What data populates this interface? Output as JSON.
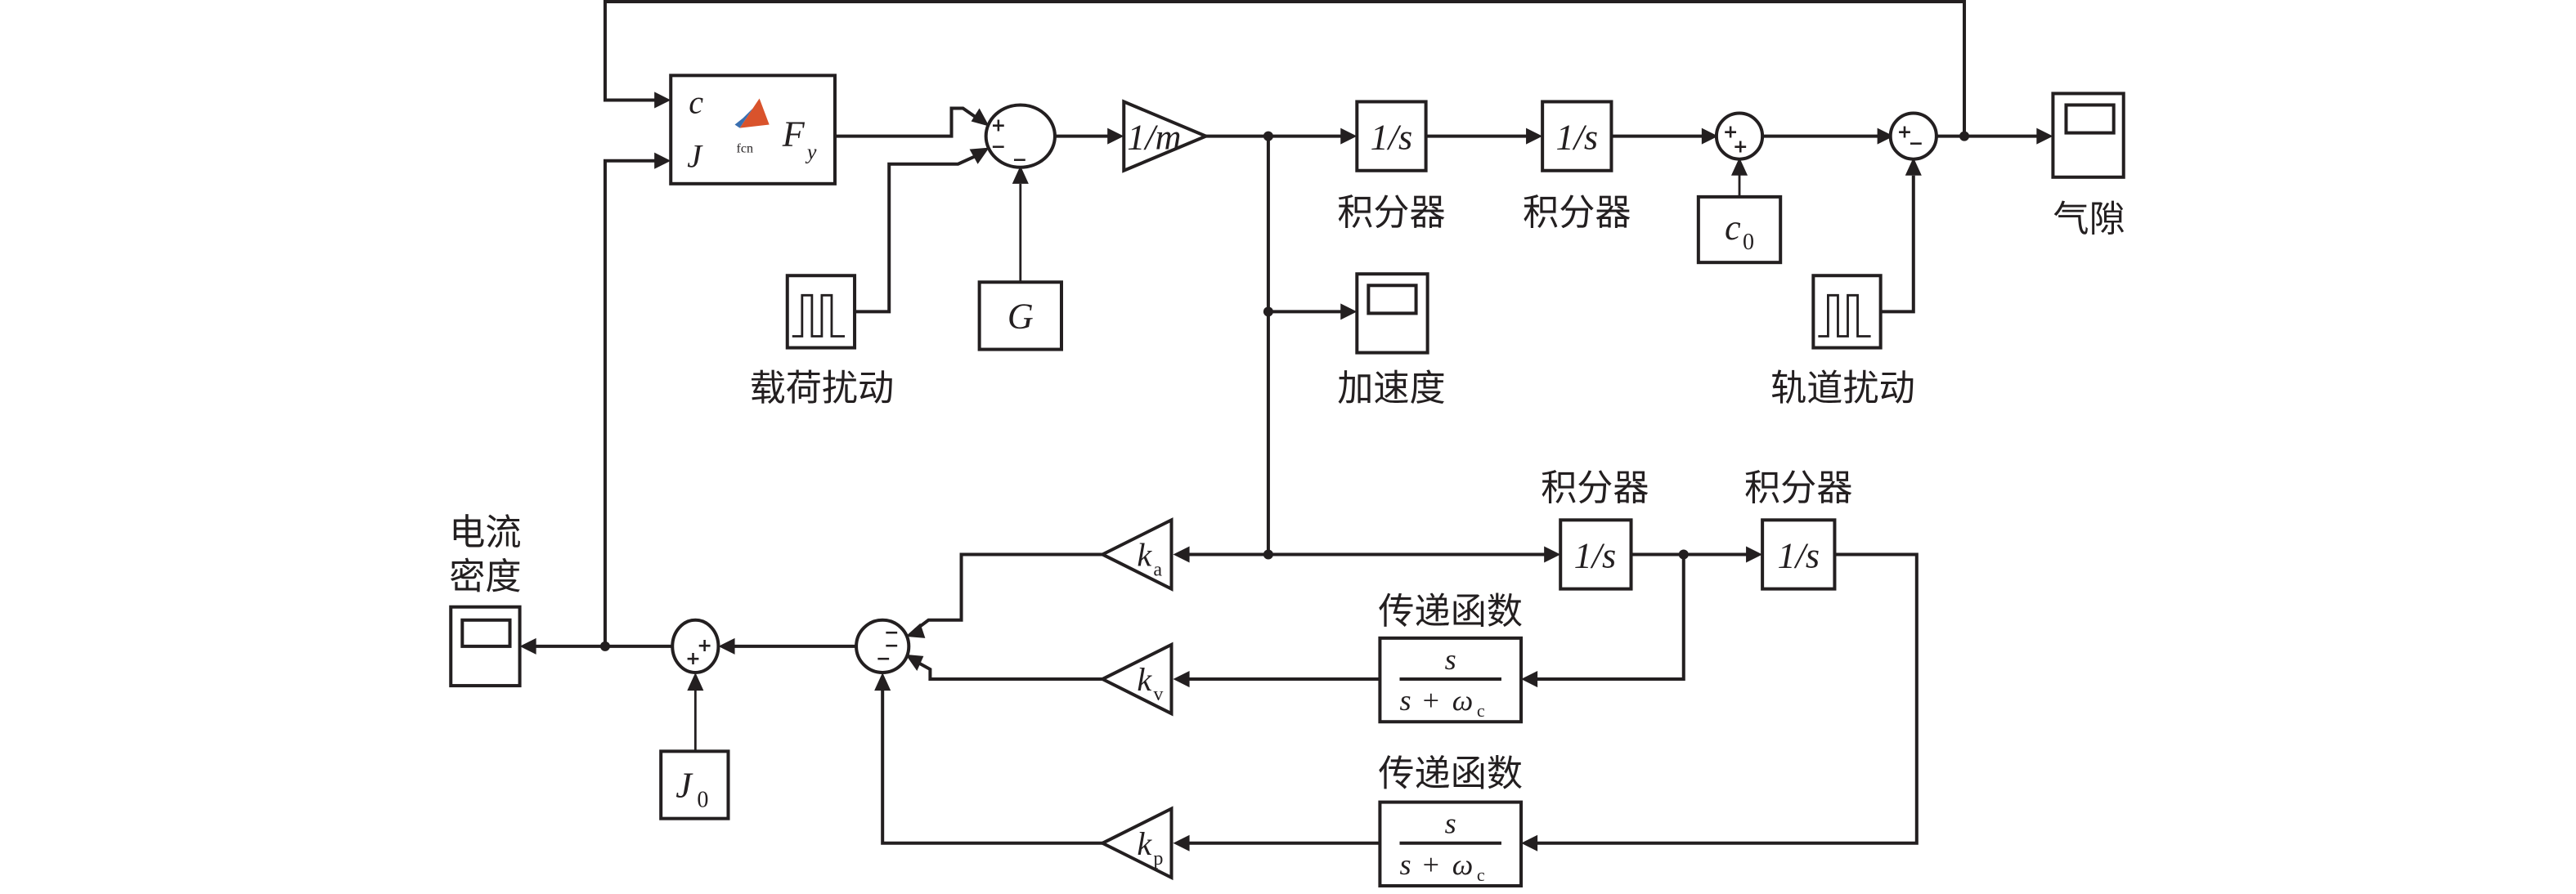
{
  "diagram": {
    "type": "simulink-block-diagram",
    "colors": {
      "line": "#231f20",
      "background": "#ffffff",
      "matlab_icon_orange": "#d9532c",
      "matlab_icon_blue": "#3a6fb0"
    },
    "fn_block": {
      "input1": "c",
      "input2": "J",
      "output": "F",
      "output_sub": "y",
      "icon": "matlab-function-icon",
      "icon_caption": "fcn"
    },
    "sum_force": {
      "signs": [
        "+",
        "−",
        "−"
      ]
    },
    "gain_mass": {
      "label": "1/m"
    },
    "integrator1": {
      "label": "1/s",
      "caption": "积分器"
    },
    "integrator2": {
      "label": "1/s",
      "caption": "积分器"
    },
    "sum_gap": {
      "signs": [
        "+",
        "+"
      ]
    },
    "c0": {
      "label": "c",
      "sub": "0"
    },
    "sum_track": {
      "signs": [
        "+",
        "−"
      ]
    },
    "scope_gap": {
      "caption": "气隙"
    },
    "load_disturbance": {
      "caption": "载荷扰动"
    },
    "gravity": {
      "label": "G"
    },
    "scope_accel": {
      "caption": "加速度"
    },
    "track_disturbance": {
      "caption": "轨道扰动"
    },
    "integrator3": {
      "label": "1/s",
      "caption": "积分器"
    },
    "integrator4": {
      "label": "1/s",
      "caption": "积分器"
    },
    "tf1": {
      "caption": "传递函数",
      "num": "s",
      "den_s": "s",
      "den_plus": "+",
      "den_w": "ω",
      "den_sub": "c"
    },
    "tf2": {
      "caption": "传递函数",
      "num": "s",
      "den_s": "s",
      "den_plus": "+",
      "den_w": "ω",
      "den_sub": "c"
    },
    "gain_ka": {
      "label": "k",
      "sub": "a"
    },
    "gain_kv": {
      "label": "k",
      "sub": "v"
    },
    "gain_kp": {
      "label": "k",
      "sub": "p"
    },
    "sum_ctrl": {
      "signs": [
        "−",
        "−",
        "−"
      ]
    },
    "sum_current": {
      "signs": [
        "+",
        "+"
      ]
    },
    "j0": {
      "label": "J",
      "sub": "0"
    },
    "scope_current": {
      "caption_line1": "电流",
      "caption_line2": "密度"
    }
  }
}
